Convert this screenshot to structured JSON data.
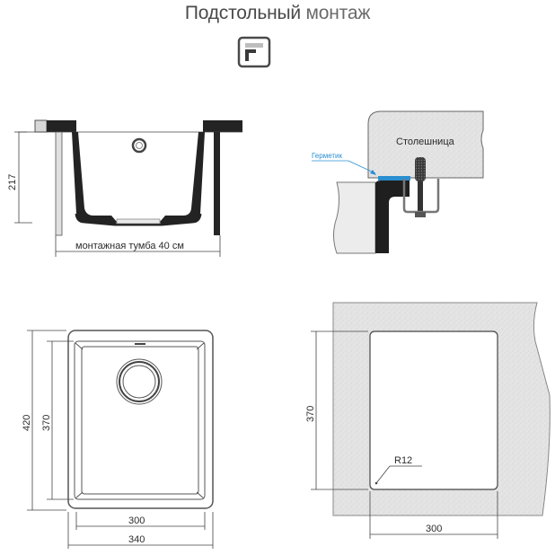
{
  "header": {
    "title_main": "Подстольный",
    "title_secondary": "монтаж",
    "icon": "undermount-icon"
  },
  "side_view": {
    "height_dim": "217",
    "cabinet_label": "монтажная тумба 40 см"
  },
  "detail_view": {
    "countertop_label": "Столешница",
    "sealant_label": "Герметик",
    "sealant_color": "#2a8fd0"
  },
  "top_view": {
    "outer_height": "420",
    "inner_height": "370",
    "inner_width": "300",
    "outer_width": "340"
  },
  "cutout_view": {
    "height": "370",
    "width": "300",
    "radius": "R12"
  },
  "colors": {
    "line": "#3a3a3a",
    "countertop_fill": "#e6e6e6",
    "sink_body": "#222222"
  }
}
